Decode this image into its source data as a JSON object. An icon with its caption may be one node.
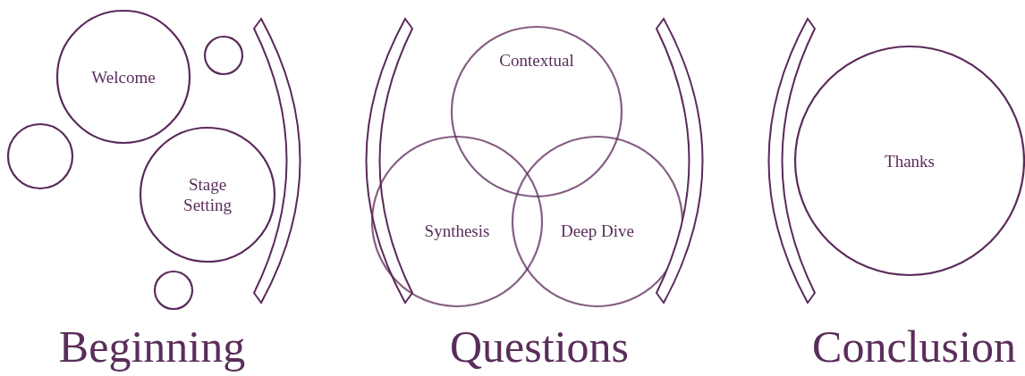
{
  "diagram": {
    "nodes": [
      {
        "text": [
          "Welcome"
        ]
      },
      {
        "text": [],
        "shape": "circle"
      },
      {
        "text": [],
        "shape": "circle"
      },
      {
        "text": [
          "Stage Setting"
        ]
      },
      {
        "text": [],
        "shape": "circle"
      },
      {
        "text": [],
        "shape": "bracket"
      },
      {
        "text": [],
        "shape": "bracket"
      },
      {
        "text": [
          "Contextual"
        ]
      },
      {
        "text": [
          "Synthesis"
        ]
      },
      {
        "text": [
          "Deep Dive"
        ]
      },
      {
        "text": [],
        "shape": "bracket"
      },
      {
        "text": [],
        "shape": "bracket"
      },
      {
        "text": [
          "Thanks"
        ]
      }
    ],
    "labels": [
      "Beginning",
      "Questions",
      "Conclusion"
    ]
  }
}
